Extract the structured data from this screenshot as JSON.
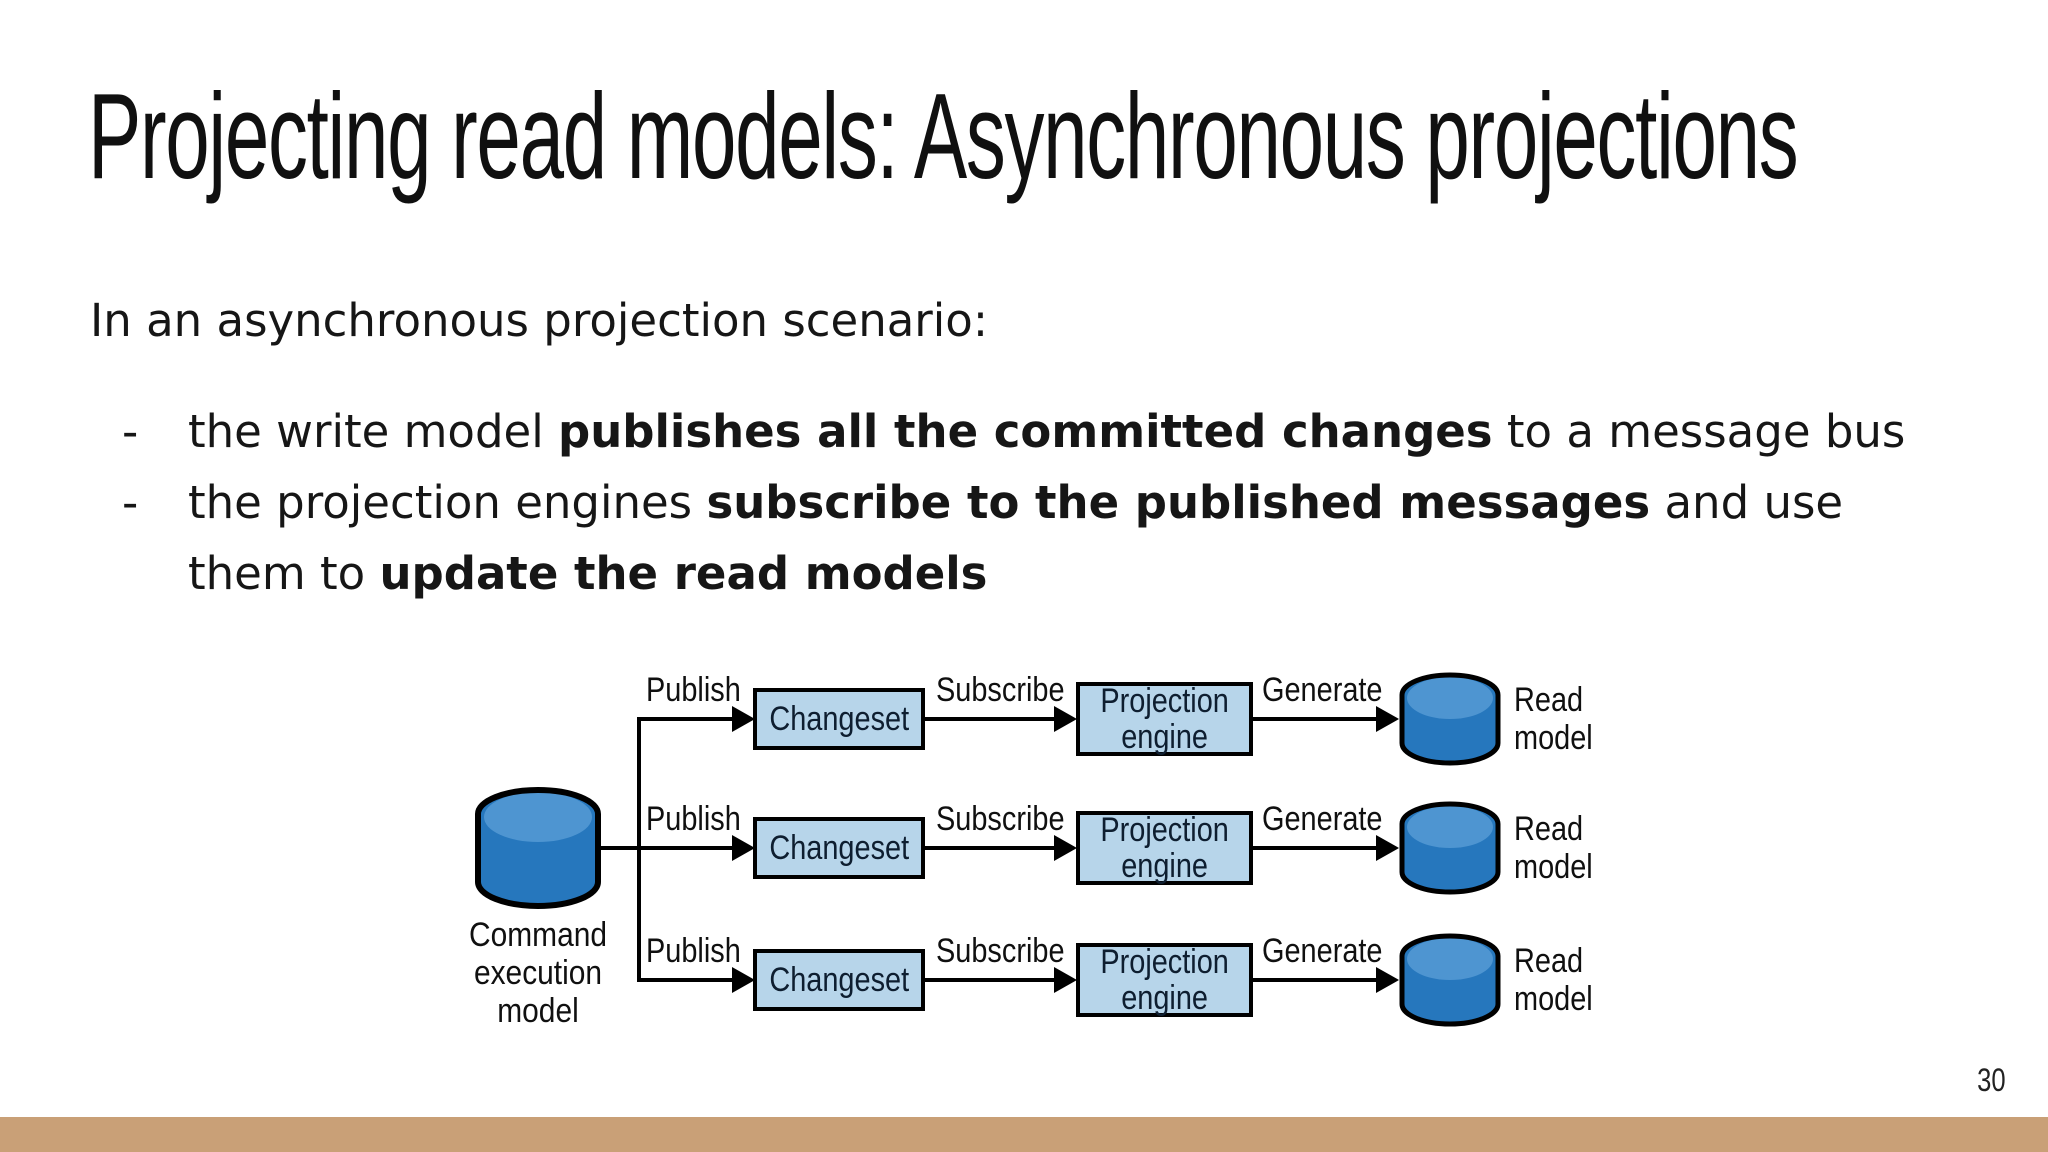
{
  "slide": {
    "title": "Projecting read models: Asynchronous projections",
    "intro": "In an asynchronous projection scenario:",
    "bullet_marker": "-",
    "bullets": [
      {
        "segments": [
          {
            "t": "the write model ",
            "b": false
          },
          {
            "t": "publishes all the committed changes",
            "b": true
          },
          {
            "t": " to a message bus",
            "b": false
          }
        ]
      },
      {
        "segments": [
          {
            "t": "the projection engines ",
            "b": false
          },
          {
            "t": "subscribe to the published messages",
            "b": true
          },
          {
            "t": " and use",
            "b": false
          },
          {
            "br": true
          },
          {
            "t": "them to ",
            "b": false
          },
          {
            "t": "update the read models",
            "b": true
          }
        ]
      }
    ],
    "page_number": "30"
  },
  "diagram": {
    "row_count": 3,
    "source_label": {
      "lines": [
        "Command",
        "execution",
        "model"
      ]
    },
    "edges": {
      "publish": "Publish",
      "subscribe": "Subscribe",
      "generate": "Generate"
    },
    "nodes": {
      "changeset": "Changeset",
      "projection_engine": [
        "Projection",
        "engine"
      ],
      "read_model": [
        "Read",
        "model"
      ]
    },
    "colors": {
      "box_fill": "#b7d5ea",
      "box_border": "#000000",
      "cylinder_body": "#2677bd",
      "cylinder_top": "#4e95d1",
      "line": "#000000"
    }
  },
  "footer": {
    "bar_color": "#c9a077"
  }
}
